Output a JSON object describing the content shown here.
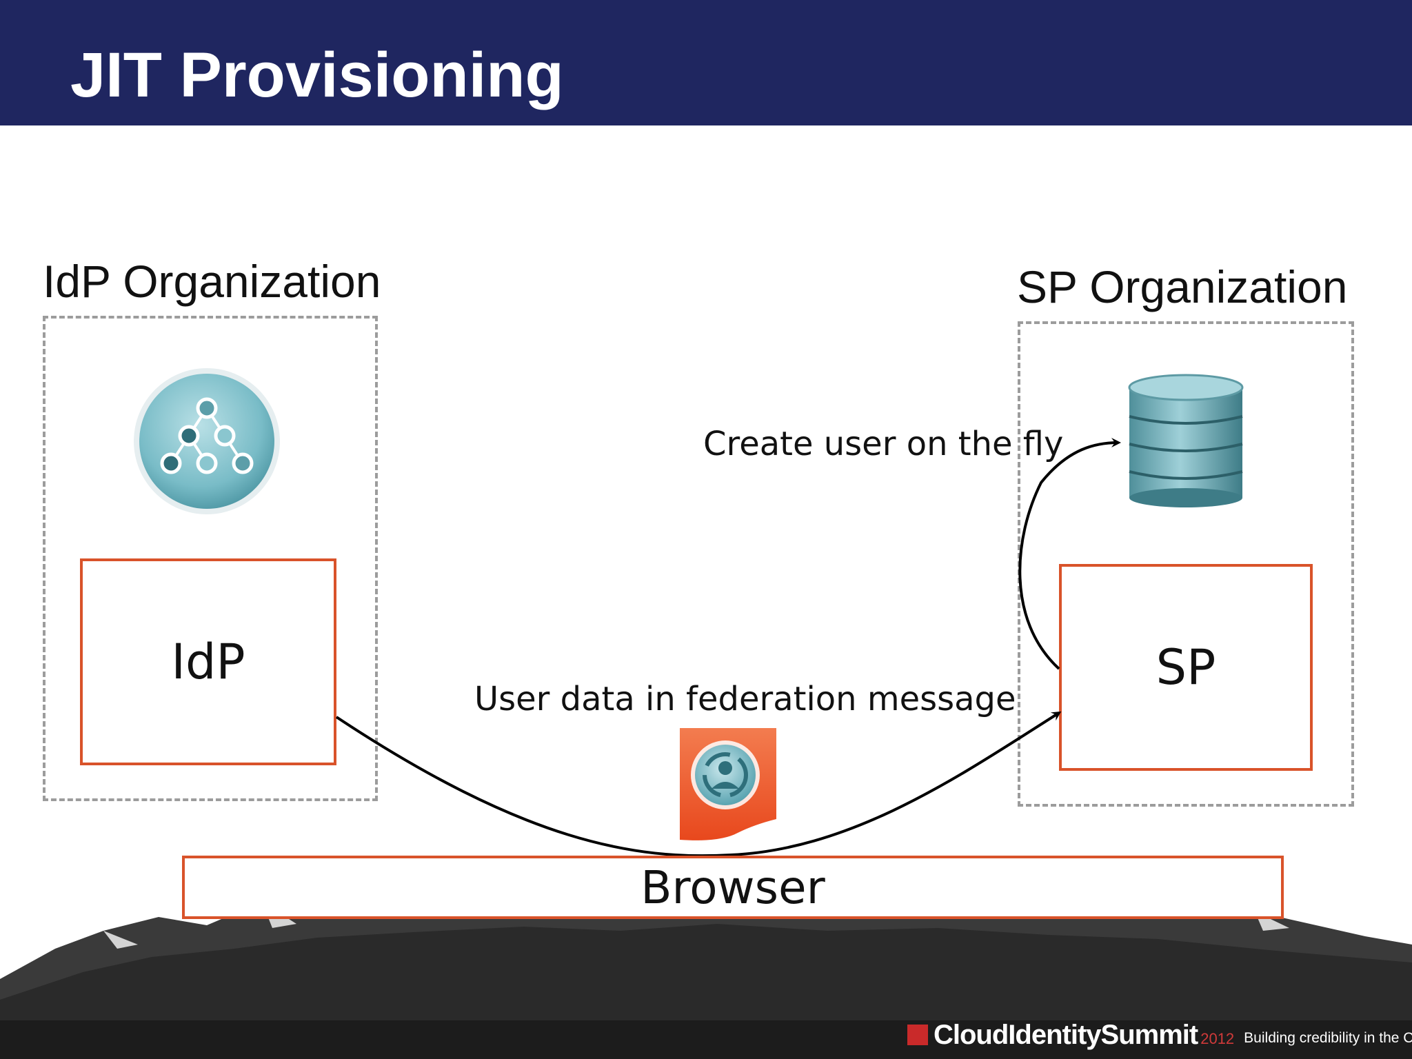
{
  "slide": {
    "title": "JIT Provisioning"
  },
  "idp_org": {
    "label": "IdP Organization",
    "box_label": "IdP",
    "icon": "directory-tree-icon"
  },
  "sp_org": {
    "label": "SP Organization",
    "box_label": "SP",
    "icon": "database-icon"
  },
  "flows": {
    "create_user": "Create user on the fly",
    "federation_message": "User data in federation message",
    "message_icon": "federation-document-icon"
  },
  "browser": {
    "label": "Browser"
  },
  "footer": {
    "brand_name": "CloudIdentitySummit",
    "year": "2012",
    "tagline": "Building credibility in the Cloud™"
  },
  "colors": {
    "header": "#1f2660",
    "box_border": "#d9532a",
    "dashed_border": "#9c9c9c",
    "teal": "#6fb3bf",
    "doc_orange": "#f05a28"
  }
}
